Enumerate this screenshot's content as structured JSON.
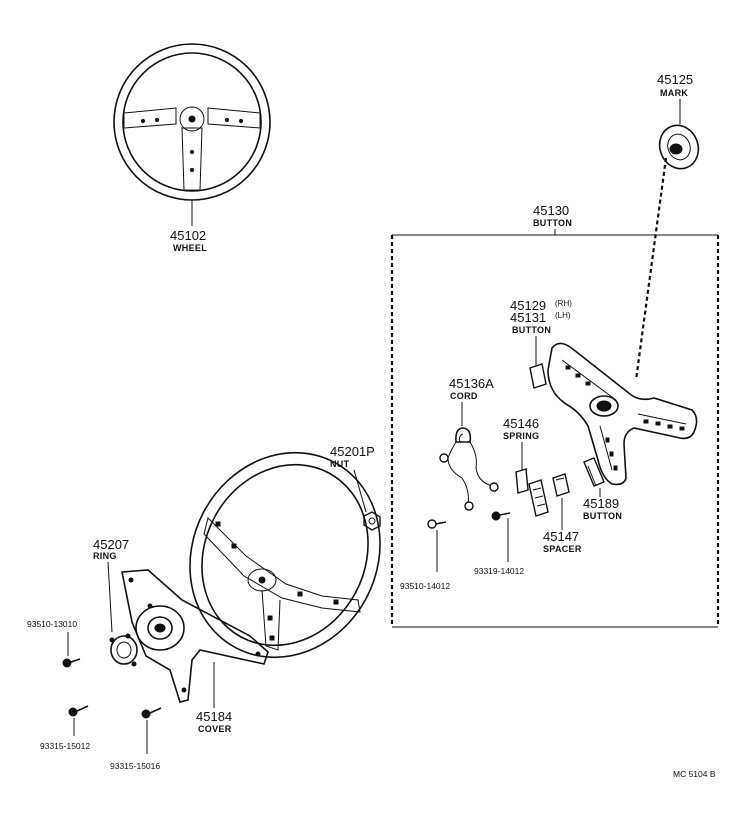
{
  "callouts": {
    "p45102": {
      "number": "45102",
      "name": "WHEEL"
    },
    "p45125": {
      "number": "45125",
      "name": "MARK"
    },
    "p45130": {
      "number": "45130",
      "name": "BUTTON"
    },
    "p45129": {
      "number": "45129",
      "suffix": "(RH)"
    },
    "p45131": {
      "number": "45131",
      "suffix": "(LH)",
      "name": "BUTTON"
    },
    "p45136A": {
      "number": "45136A",
      "name": "CORD"
    },
    "p45146": {
      "number": "45146",
      "name": "SPRING"
    },
    "p45201P": {
      "number": "45201P",
      "name": "NUT"
    },
    "p45207": {
      "number": "45207",
      "name": "RING"
    },
    "p45189": {
      "number": "45189",
      "name": "BUTTON"
    },
    "p45147": {
      "number": "45147",
      "name": "SPACER"
    },
    "p45184": {
      "number": "45184",
      "name": "COVER"
    },
    "p93510_13010": {
      "number": "93510-13010"
    },
    "p93510_14012": {
      "number": "93510-14012"
    },
    "p93319_14012": {
      "number": "93319-14012"
    },
    "p93315_15012": {
      "number": "93315-15012"
    },
    "p93315_15016": {
      "number": "93315-15016"
    }
  },
  "drawing_code": "MC 5104  B"
}
